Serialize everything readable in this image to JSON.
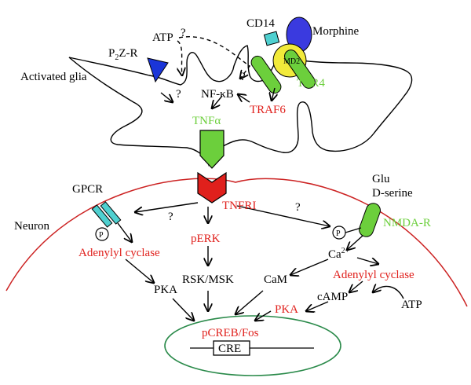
{
  "colors": {
    "black": "#000000",
    "red": "#e0201c",
    "green": "#6ccf3c",
    "cyan": "#4fd0d0",
    "blue": "#1a35d8",
    "purple": "#3a3adf",
    "yellow": "#f2ea3a",
    "membrane_red": "#cc2222",
    "nucleus_green": "#2a8a4a"
  },
  "labels": {
    "cd14": "CD14",
    "morphine": "Morphine",
    "md2": "MD2",
    "tlr4": "TLR4",
    "atp_top": "ATP",
    "q_top": "?",
    "p2zr_main": "P",
    "p2zr_sub": "2",
    "p2zr_tail": "Z-R",
    "activated_glia": "Activated glia",
    "q_glia_left": "?",
    "q_glia_right": "?",
    "nfkb": "NF-κB",
    "traf6": "TRAF6",
    "tnfa": "TNFα",
    "gpcr": "GPCR",
    "q_left": "?",
    "q_right": "?",
    "tnfri": "TNFRI",
    "glu": "Glu",
    "dserine": "D-serine",
    "nmdar": "NMDA-R",
    "neuron": "Neuron",
    "p_left": "P",
    "p_right": "P",
    "perk": "pERK",
    "adenylyl_left": "Adenylyl cyclase",
    "ca_main": "Ca",
    "ca_sup": "2+",
    "adenylyl_right": "Adenylyl cyclase",
    "pka_left": "PKA",
    "rsk_msk": "RSK/MSK",
    "cam": "CaM",
    "camp": "cAMP",
    "atp_bottom": "ATP",
    "pka_right": "PKA",
    "pcreb": "pCREB/Fos",
    "cre": "CRE"
  }
}
